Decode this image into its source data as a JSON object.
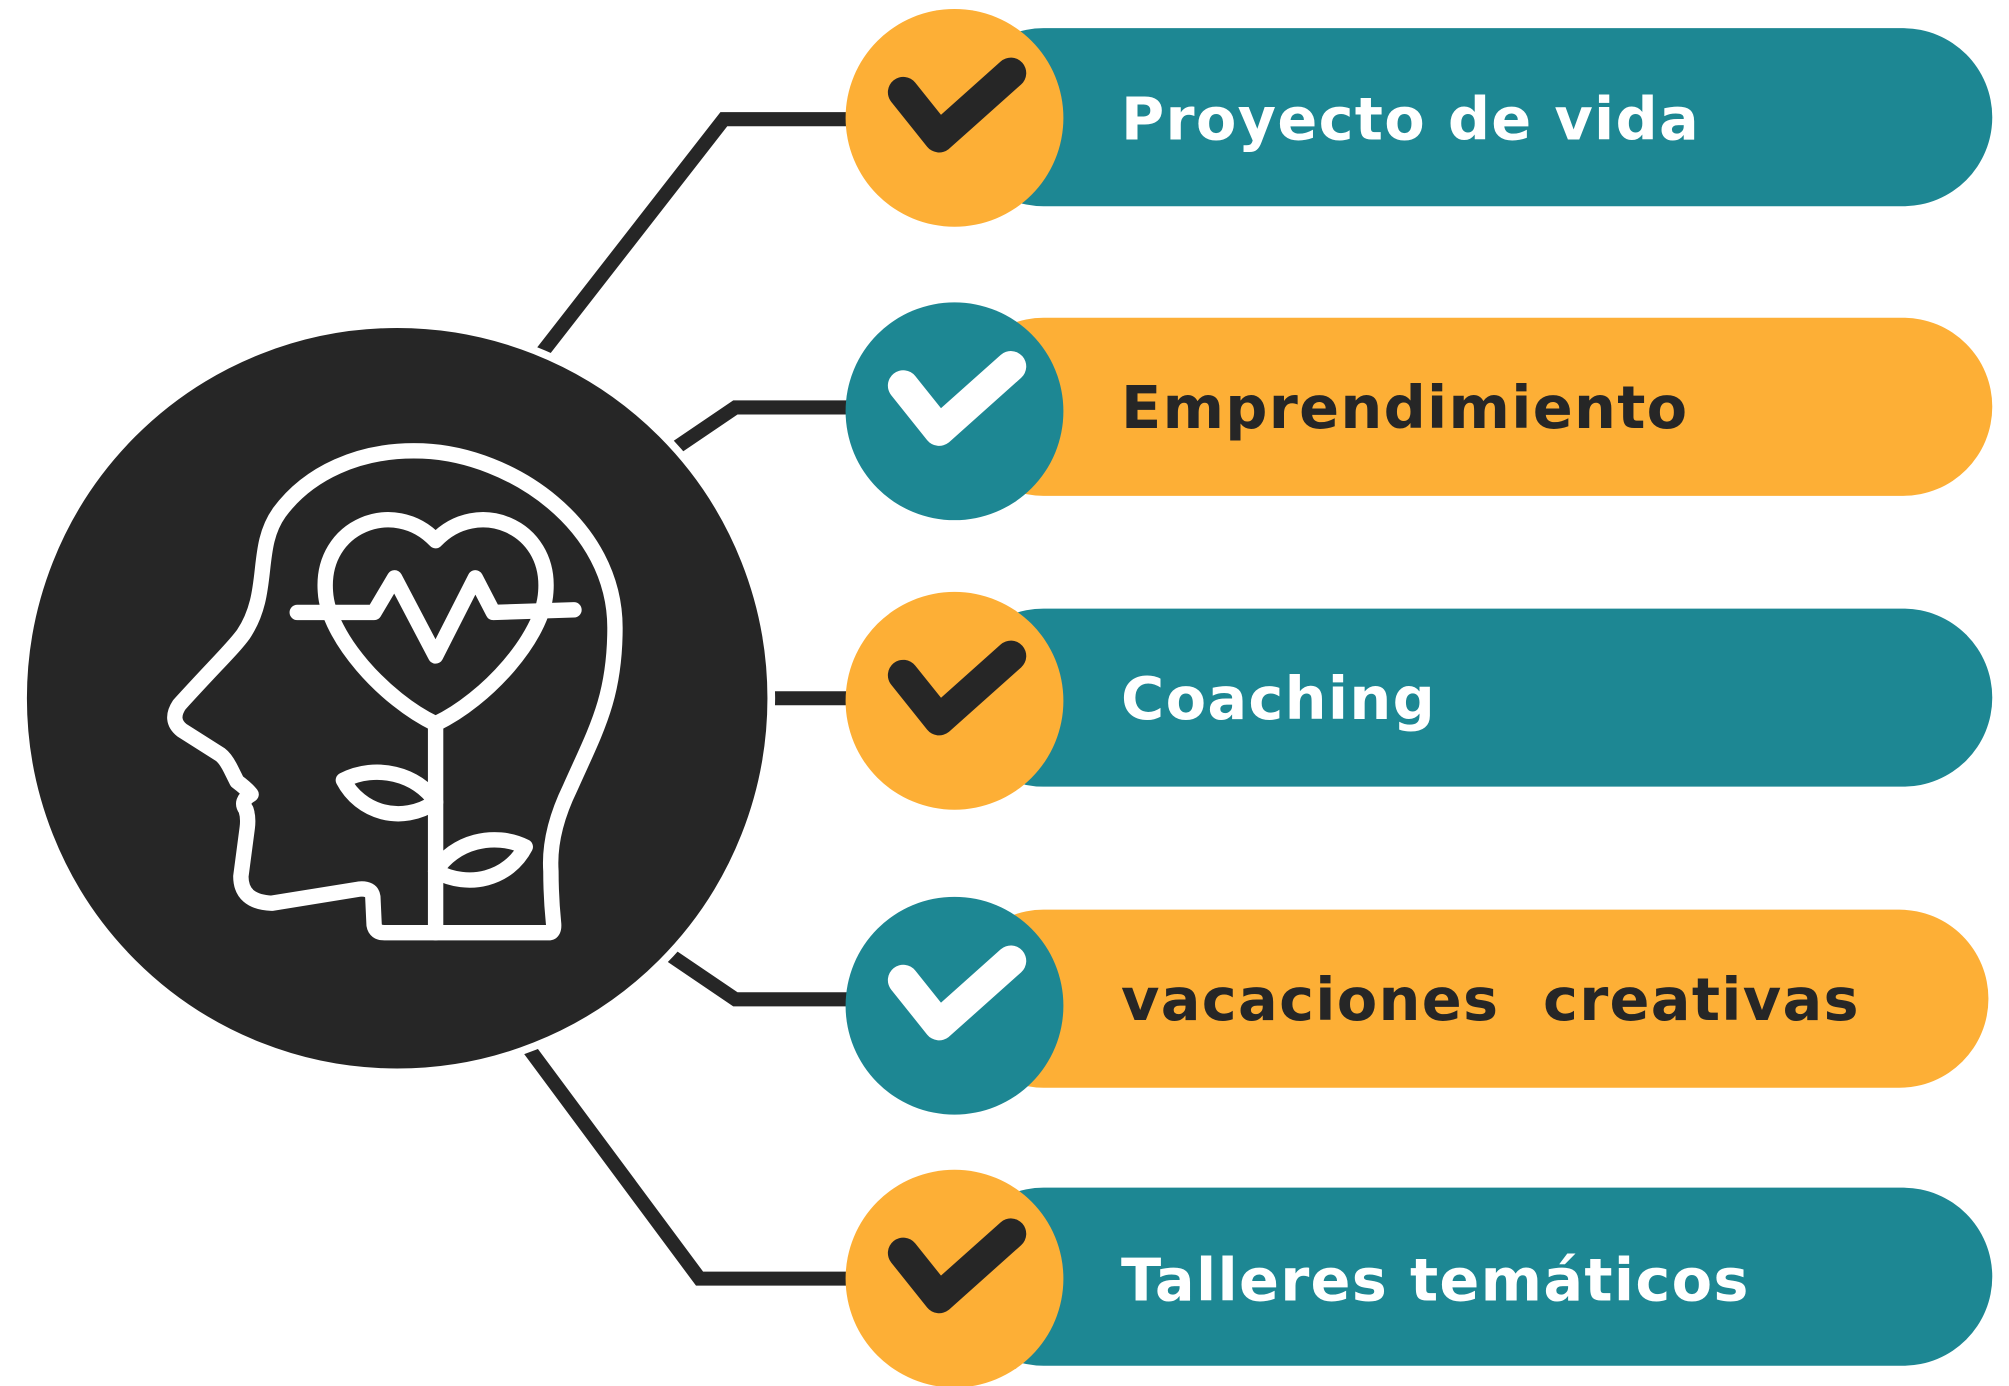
{
  "colors": {
    "teal": "#1d8793",
    "orange": "#fdaf36",
    "dark": "#262626",
    "white": "#ffffff"
  },
  "center_icon": "head-with-heart-and-plant-icon",
  "items": [
    {
      "label": "Proyecto de vida",
      "pill_color": "teal",
      "circle_color": "orange",
      "check_color": "dark",
      "text_color": "white"
    },
    {
      "label": "Emprendimiento",
      "pill_color": "orange",
      "circle_color": "teal",
      "check_color": "white",
      "text_color": "dark"
    },
    {
      "label": "Coaching",
      "pill_color": "teal",
      "circle_color": "orange",
      "check_color": "dark",
      "text_color": "white"
    },
    {
      "label": "vacaciones  creativas",
      "pill_color": "orange",
      "circle_color": "teal",
      "check_color": "white",
      "text_color": "dark"
    },
    {
      "label": "Talleres temáticos",
      "pill_color": "teal",
      "circle_color": "orange",
      "check_color": "dark",
      "text_color": "white"
    }
  ]
}
